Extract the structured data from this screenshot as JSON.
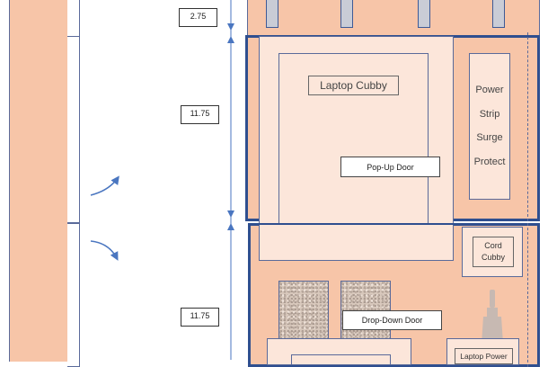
{
  "dimensions": {
    "top": "2.75",
    "middle": "11.75",
    "bottom": "11.75"
  },
  "labels": {
    "laptop_cubby": "Laptop Cubby",
    "pop_up_door": "Pop-Up Door",
    "power_strip": [
      "Power",
      "Strip",
      "Surge",
      "Protect"
    ],
    "cord_cubby": [
      "Cord",
      "Cubby"
    ],
    "drop_down_door": "Drop-Down Door",
    "laptop_power": "Laptop Power"
  },
  "colors": {
    "peach": "#f7c5a8",
    "light_peach": "#fce6da",
    "outline_dark": "#2f4f8f",
    "arrow_blue": "#4a76c0"
  }
}
